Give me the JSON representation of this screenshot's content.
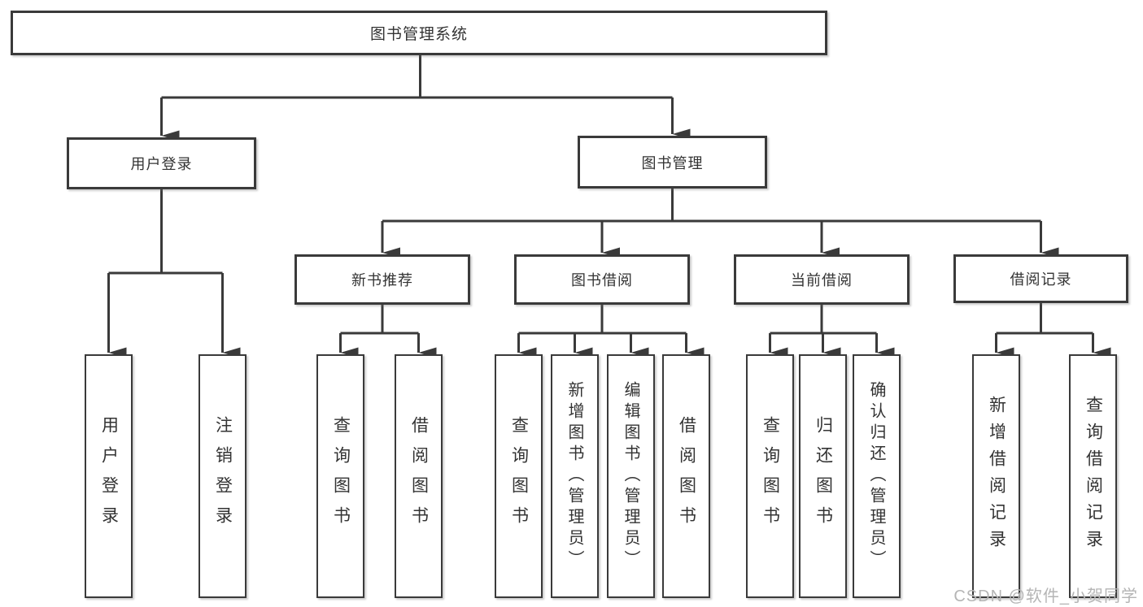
{
  "diagram_type": "hierarchy",
  "colors": {
    "line": "#3a3a3a",
    "box_border": "#3a3a3a",
    "box_fill": "#ffffff",
    "text": "#333333",
    "watermark": "#b5b5b5"
  },
  "tree": {
    "root": {
      "label": "图书管理系统",
      "children": [
        {
          "label": "用户登录",
          "children": [
            {
              "label": "用户登录"
            },
            {
              "label": "注销登录"
            }
          ]
        },
        {
          "label": "图书管理",
          "children": [
            {
              "label": "新书推荐",
              "children": [
                {
                  "label": "查询图书"
                },
                {
                  "label": "借阅图书"
                }
              ]
            },
            {
              "label": "图书借阅",
              "children": [
                {
                  "label": "查询图书"
                },
                {
                  "label": "新增图书（管理员）"
                },
                {
                  "label": "编辑图书（管理员）"
                },
                {
                  "label": "借阅图书"
                }
              ]
            },
            {
              "label": "当前借阅",
              "children": [
                {
                  "label": "查询图书"
                },
                {
                  "label": "归还图书"
                },
                {
                  "label": "确认归还（管理员）"
                }
              ]
            },
            {
              "label": "借阅记录",
              "children": [
                {
                  "label": "新增借阅记录"
                },
                {
                  "label": "查询借阅记录"
                }
              ]
            }
          ]
        }
      ]
    }
  },
  "watermark": "CSDN @软件_小贺同学"
}
